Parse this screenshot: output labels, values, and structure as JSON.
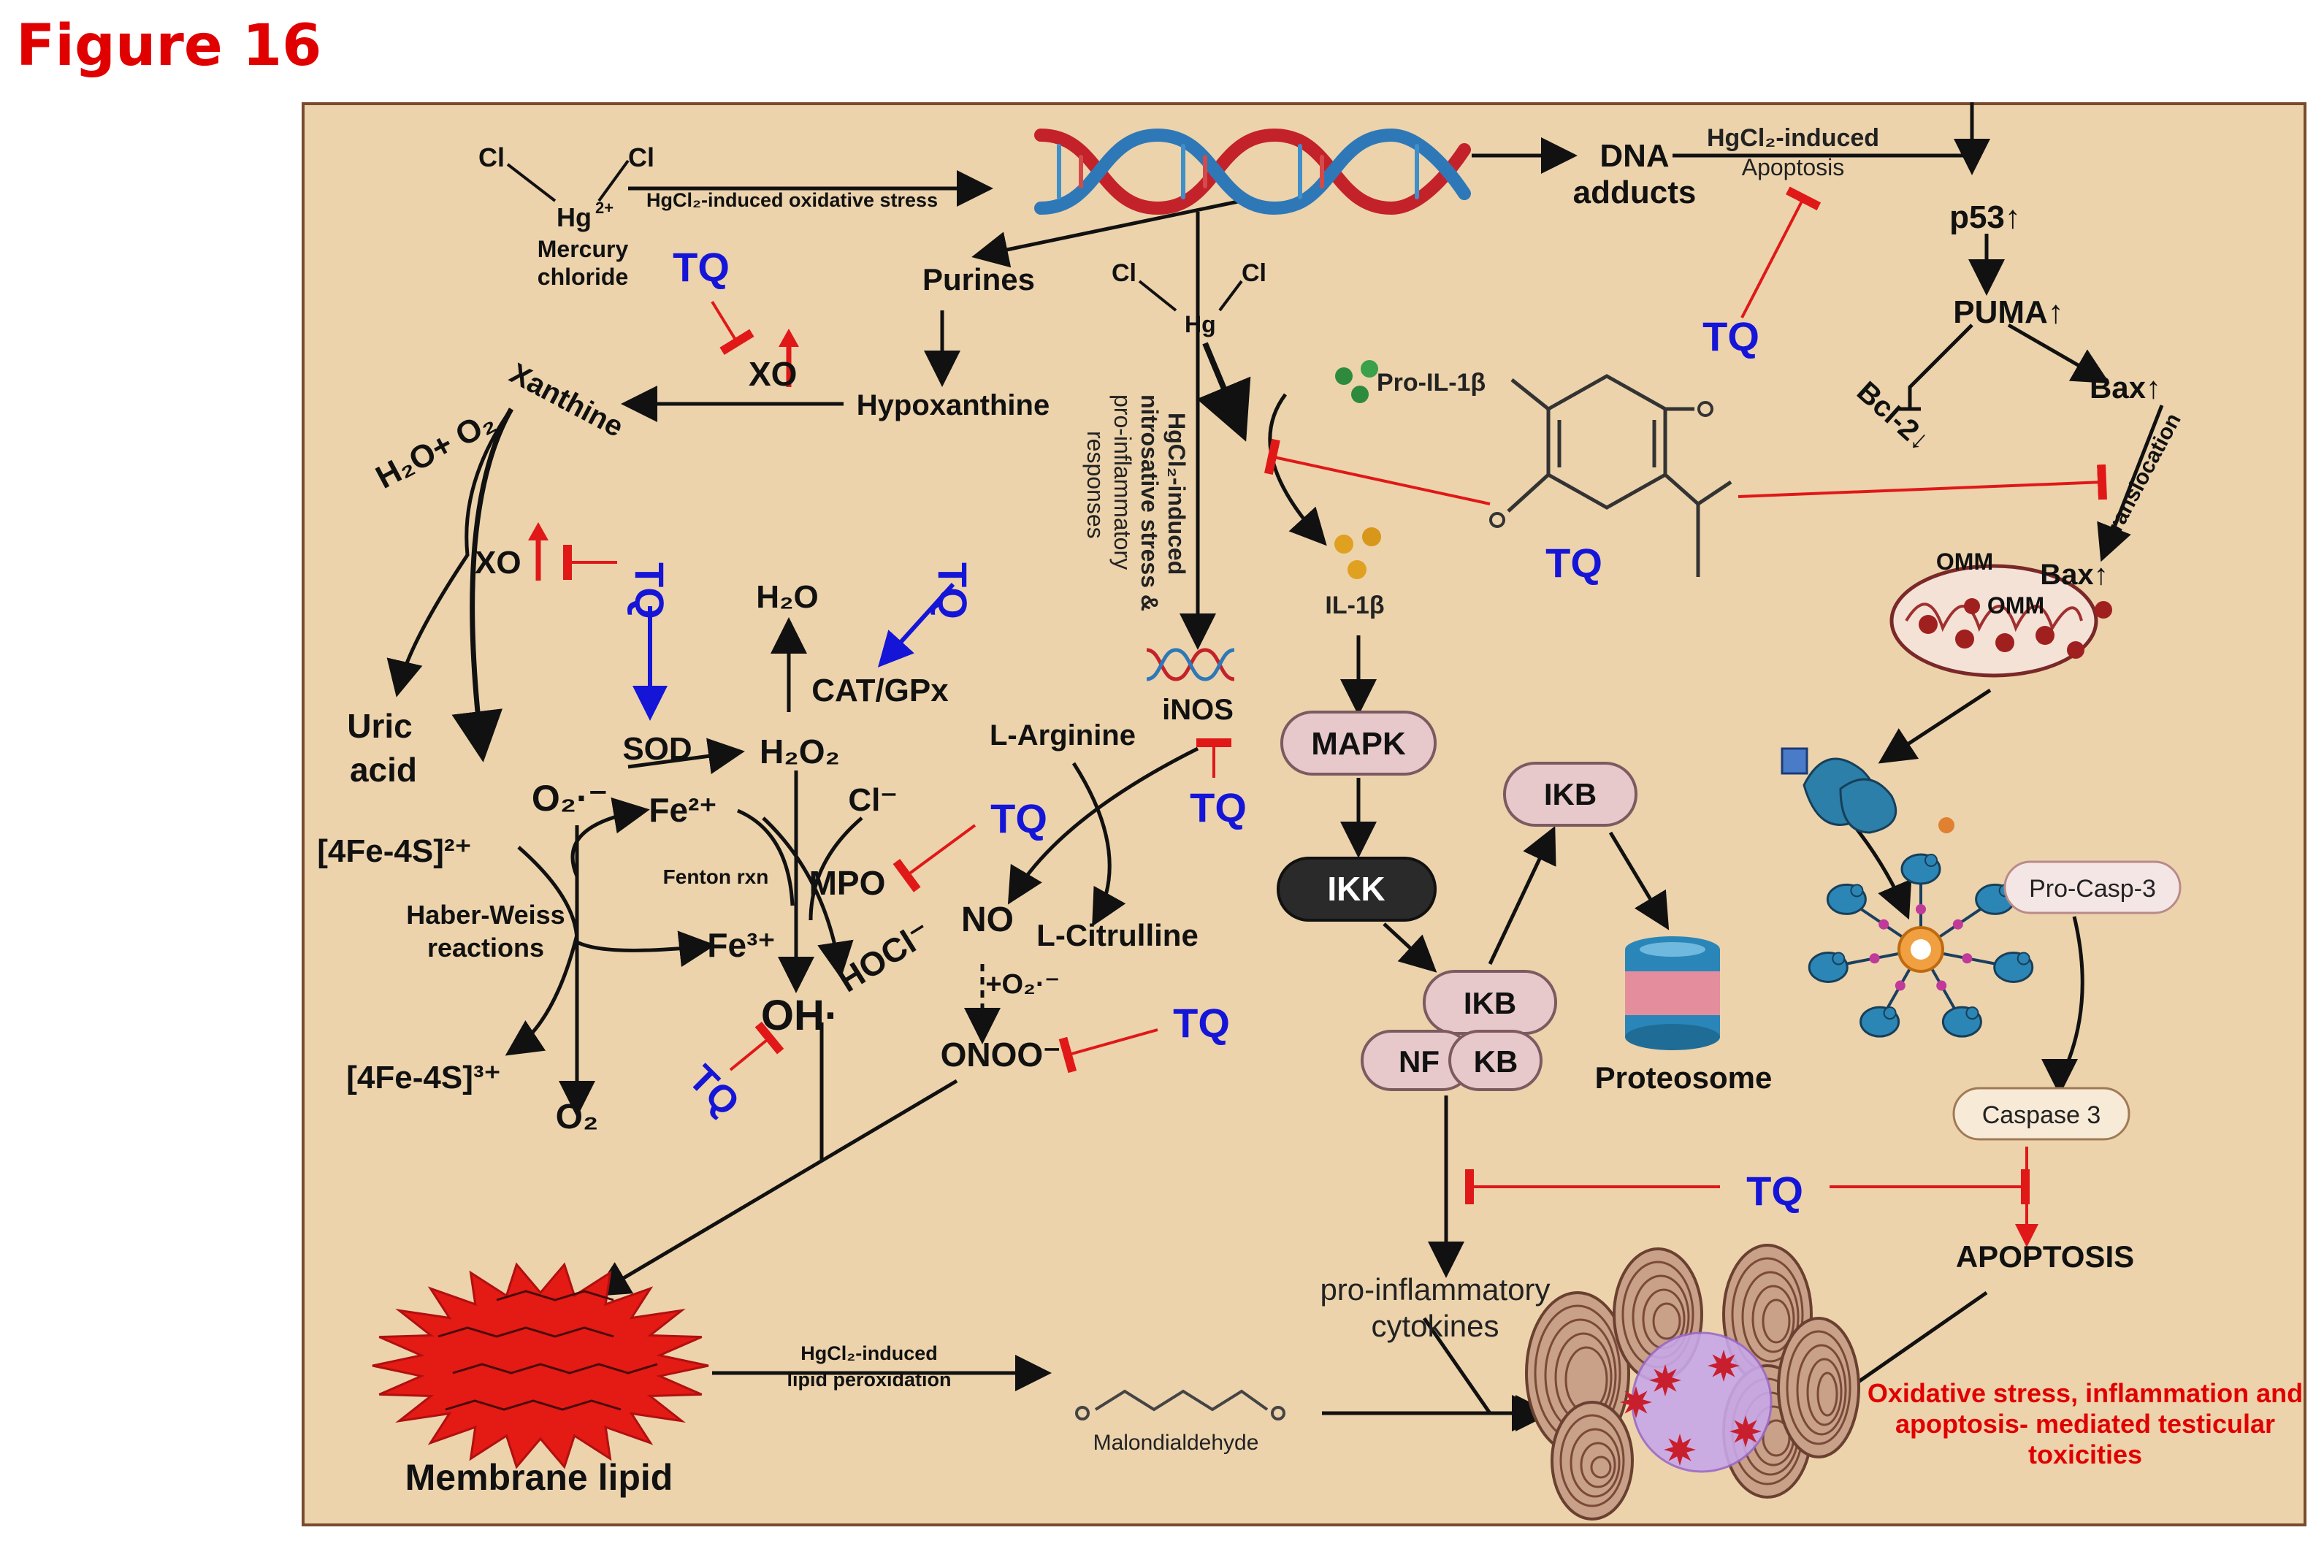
{
  "figure_label": "Figure 16",
  "colors": {
    "panel_bg": "#ecd3ac",
    "inhibit": "#e01818",
    "tq": "#1515d8",
    "outcome": "#e00000"
  },
  "labels": {
    "cl1": "Cl",
    "cl2": "Cl",
    "hg1": "Hg",
    "hg_charge": "2+",
    "mercury_chloride_1": "Mercury",
    "mercury_chloride_2": "chloride",
    "oxidative_stress": "HgCl₂-induced oxidative stress",
    "dna_adducts_1": "DNA",
    "dna_adducts_2": "adducts",
    "apoptosis_hg_1": "HgCl₂-induced",
    "apoptosis_hg_2": "Apoptosis",
    "p53": "p53↑",
    "puma": "PUMA↑",
    "bcl2": "Bcl-2↓",
    "bax": "Bax↑",
    "translocation": "Translocation",
    "purines": "Purines",
    "hypoxanthine": "Hypoxanthine",
    "xanthine": "Xanthine",
    "xo_top": "XO",
    "xo_mid": "XO",
    "h2o_o2": "H₂O+ O₂",
    "uric_acid_1": "Uric",
    "uric_acid_2": "acid",
    "cl3": "Cl",
    "cl4": "Cl",
    "hg2": "Hg",
    "nitrosative_1": "HgCl₂-induced",
    "nitrosative_2": "nitrosative stress &",
    "nitrosative_3": "pro-inflammatory",
    "nitrosative_4": "responses",
    "pro_il1b": "Pro-IL-1β",
    "il1b": "IL-1β",
    "h2o": "H₂O",
    "cat_gpx": "CAT/GPx",
    "sod": "SOD",
    "h2o2": "H₂O₂",
    "o2_radical": "O₂·⁻",
    "fe2": "Fe²⁺",
    "fe3": "Fe³⁺",
    "fenton": "Fenton rxn",
    "cl_minus": "Cl⁻",
    "mpo": "MPO",
    "hocl": "HOCl⁻",
    "oh": "OH·",
    "fe4s4_2": "[4Fe-4S]²⁺",
    "fe4s4_3": "[4Fe-4S]³⁺",
    "haber_1": "Haber-Weiss",
    "haber_2": "reactions",
    "o2": "O₂",
    "l_arginine": "L-Arginine",
    "inos": "iNOS",
    "no": "NO",
    "l_citrulline": "L-Citrulline",
    "plus_o2": "+O₂·⁻",
    "onoo": "ONOO⁻",
    "mapk": "MAPK",
    "ikk": "IKK",
    "ikb_top": "IKB",
    "ikb": "IKB",
    "nf": "NF",
    "kb": "KB",
    "proteosome": "Proteosome",
    "omm1": "OMM",
    "omm2": "OMM",
    "bax_omm": "Bax↑",
    "pro_casp3": "Pro-Casp-3",
    "caspase3": "Caspase 3",
    "apoptosis": "APOPTOSIS",
    "pro_inflam_1": "pro-inflammatory",
    "pro_inflam_2": "cytokines",
    "membrane_lipid": "Membrane lipid",
    "lipid_perox_1": "HgCl₂-induced",
    "lipid_perox_2": "lipid peroxidation",
    "malondialdehyde": "Malondialdehyde",
    "outcome_1": "Oxidative stress, inflammation and",
    "outcome_2": "apoptosis- mediated testicular",
    "outcome_3": "toxicities",
    "tq": "TQ"
  }
}
